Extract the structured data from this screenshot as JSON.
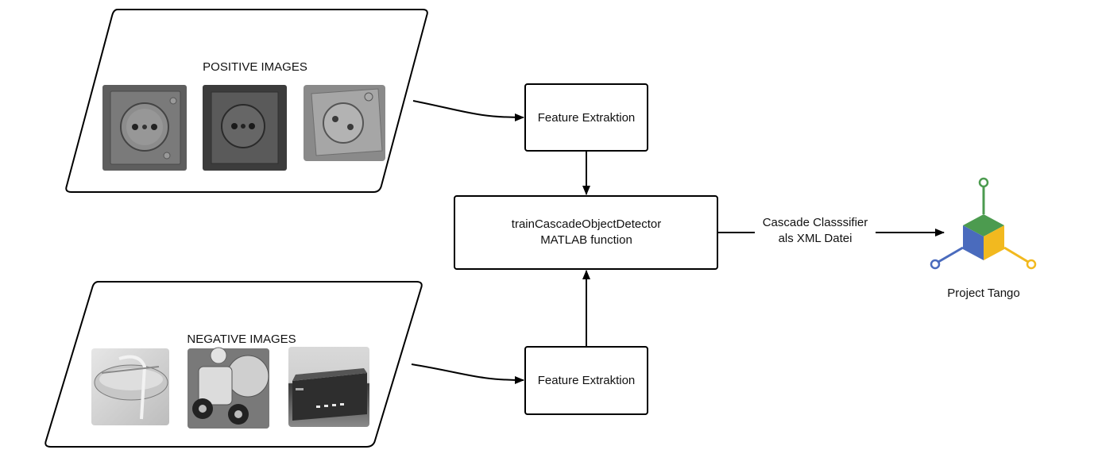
{
  "positive_panel": {
    "title": "POSITIVE IMAGES"
  },
  "negative_panel": {
    "title": "NEGATIVE IMAGES"
  },
  "feature_extraction_top": {
    "label": "Feature Extraktion"
  },
  "feature_extraction_bottom": {
    "label": "Feature Extraktion"
  },
  "trainer": {
    "line1": "trainCascadeObjectDetector",
    "line2": "MATLAB function"
  },
  "output_edge": {
    "line1": "Cascade Classsifier",
    "line2": "als XML Datei"
  },
  "tango": {
    "label": "Project Tango",
    "colors": {
      "green": "#4c9b4f",
      "blue": "#4a6bbd",
      "yellow": "#f2b91f"
    }
  },
  "thumbnails": {
    "positive": [
      "socket-photo-1",
      "socket-photo-2",
      "socket-photo-3"
    ],
    "negative": [
      "shoe-photo",
      "toy-photo",
      "receiver-photo"
    ]
  }
}
